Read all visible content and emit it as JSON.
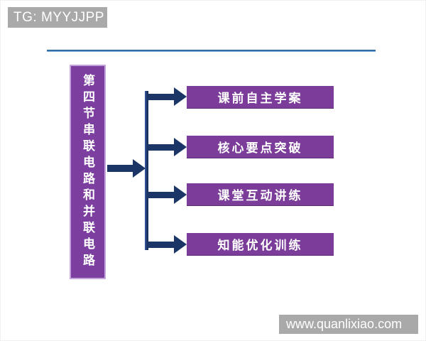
{
  "header": {
    "watermark": "TG: MYYJJPP"
  },
  "footer": {
    "website": "www.quanlixiao.com"
  },
  "flowchart": {
    "root": {
      "label": "第四节串联电路和并联电路"
    },
    "branches": [
      {
        "label": "课前自主学案"
      },
      {
        "label": "核心要点突破"
      },
      {
        "label": "课堂互动讲练"
      },
      {
        "label": "知能优化训练"
      }
    ]
  },
  "colors": {
    "box_purple": "#7b3d99",
    "root_purple": "#7c3fa0",
    "root_border": "#c5a3dc",
    "arrow_navy": "#1b3666",
    "divider_blue": "#2e75b6",
    "bar_gray": "#a9a9a9",
    "text_white": "#ffffff"
  }
}
